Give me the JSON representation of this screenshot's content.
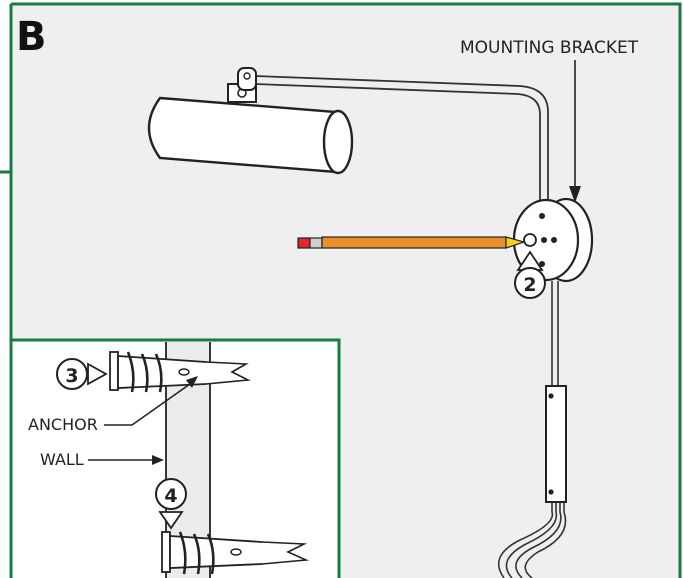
{
  "panel_letter": "B",
  "labels": {
    "mounting_bracket": "MOUNTING BRACKET",
    "anchor": "ANCHOR",
    "wall": "WALL"
  },
  "steps": [
    "2",
    "3",
    "4"
  ],
  "colors": {
    "frame_green": "#1a7a45",
    "panel_bg": "#efefef",
    "pencil_body": "#e8902a",
    "pencil_tip": "#f5d21c",
    "pencil_eraser": "#e3262d"
  }
}
